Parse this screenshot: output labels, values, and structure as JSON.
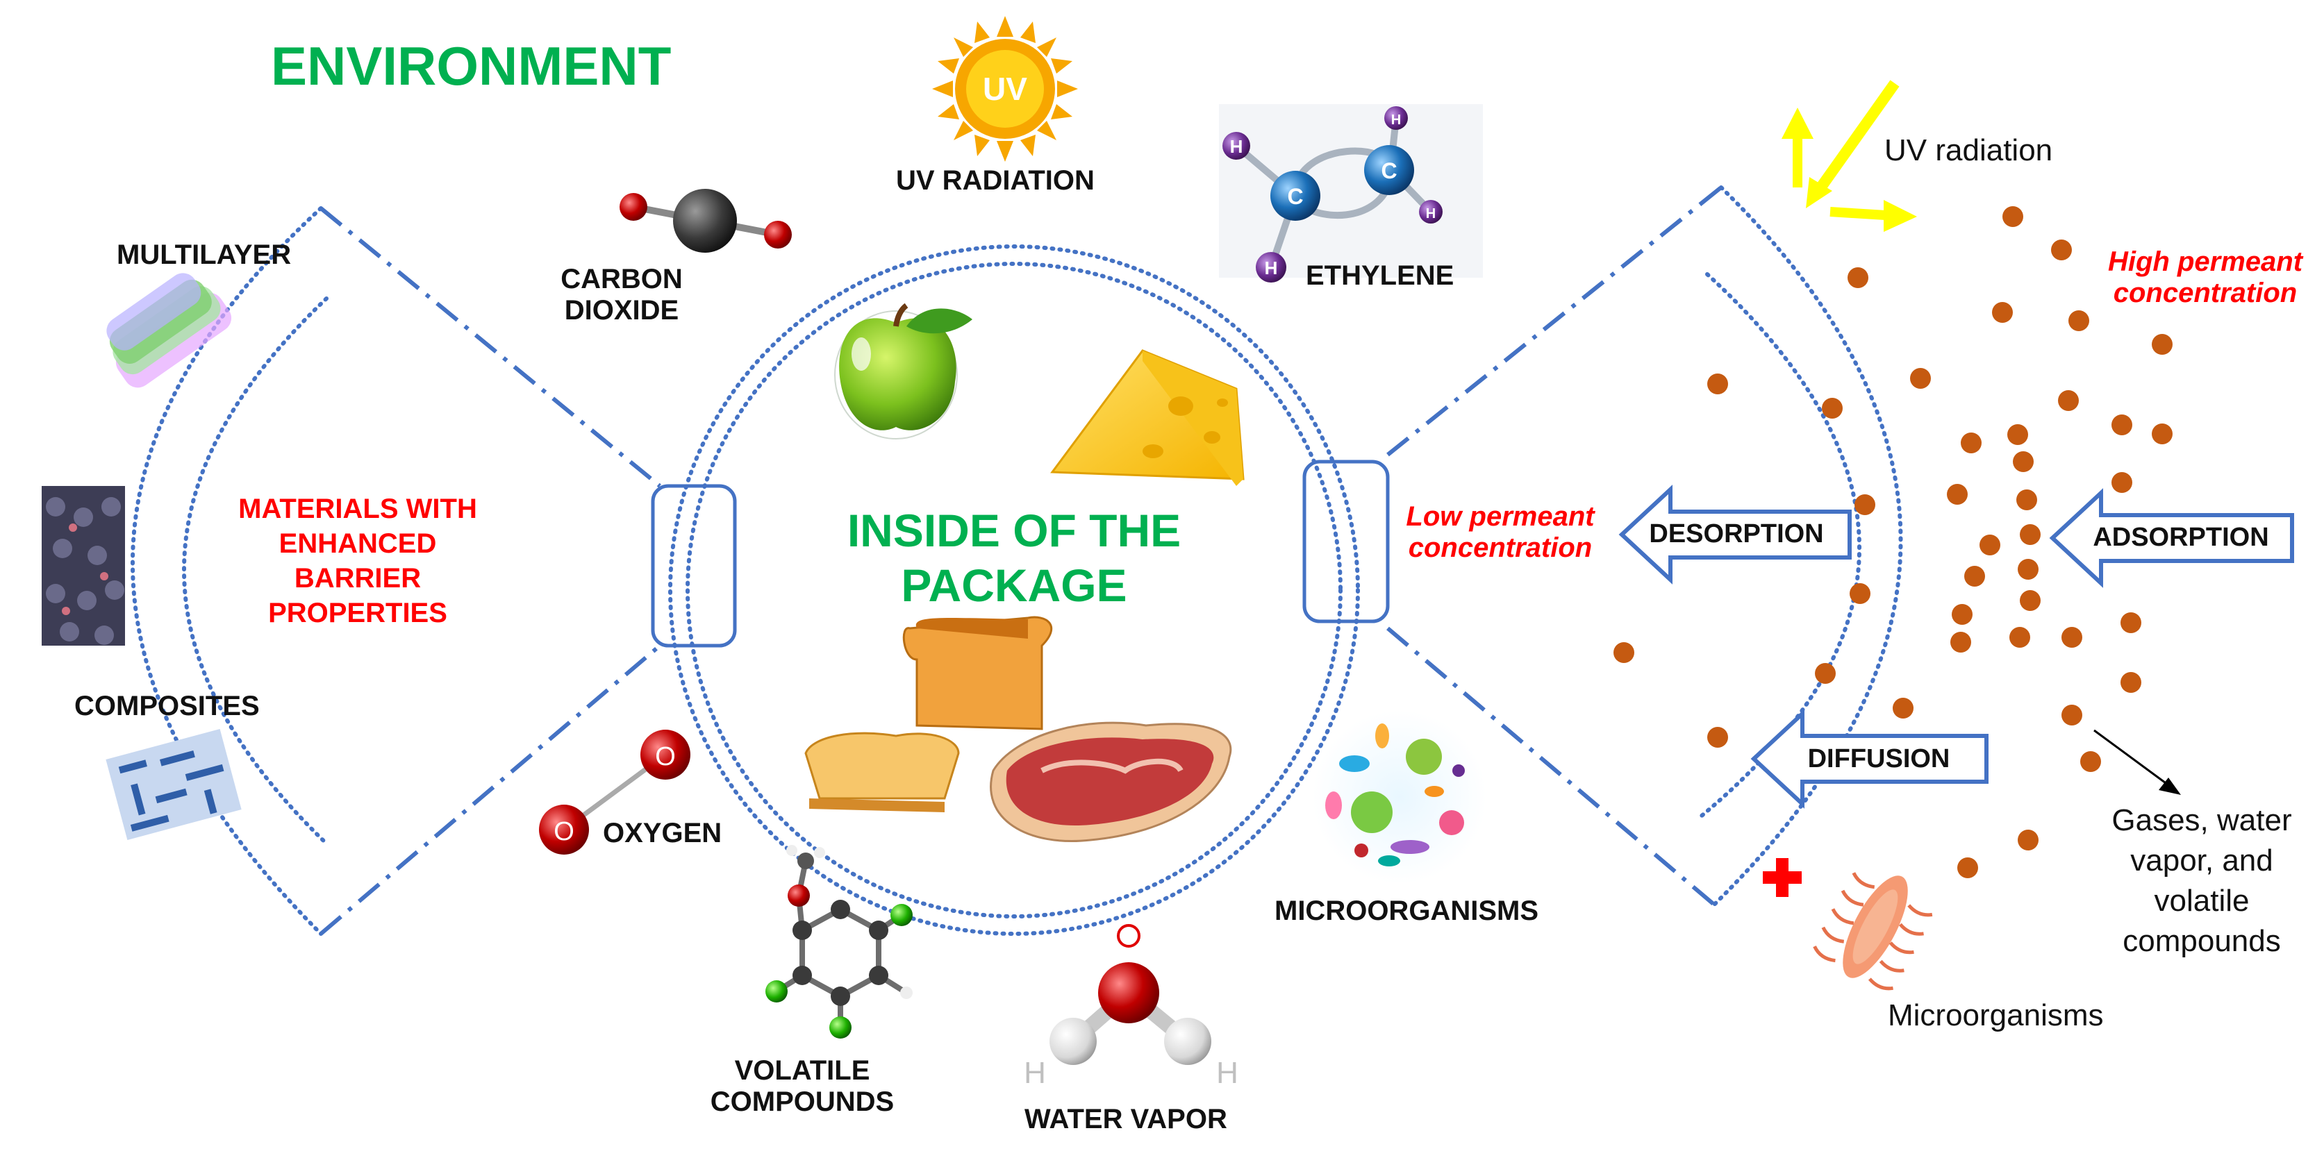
{
  "environment_title": "ENVIRONMENT",
  "package_title": {
    "line1": "INSIDE OF THE",
    "line2": "PACKAGE"
  },
  "labels": {
    "uv_radiation": "UV RADIATION",
    "uv_sun": "UV",
    "carbon_dioxide": {
      "line1": "CARBON",
      "line2": "DIOXIDE"
    },
    "ethylene": "ETHYLENE",
    "oxygen": "OXYGEN",
    "volatile_compounds": {
      "line1": "VOLATILE",
      "line2": "COMPOUNDS"
    },
    "water_vapor": "WATER VAPOR",
    "microorganisms": "MICROORGANISMS",
    "oxygen_atom": "O",
    "hydrogen_atom": "H",
    "carbon_atom": "C"
  },
  "left_panel": {
    "multilayer": "MULTILAYER",
    "composites": "COMPOSITES",
    "materials": [
      "MATERIALS WITH",
      "ENHANCED",
      "BARRIER",
      "PROPERTIES"
    ]
  },
  "right_panel": {
    "uv_radiation": "UV radiation",
    "high_permeant": [
      "High permeant",
      "concentration"
    ],
    "low_permeant": [
      "Low permeant",
      "concentration"
    ],
    "desorption": "DESORPTION",
    "adsorption": "ADSORPTION",
    "diffusion": "DIFFUSION",
    "gases": [
      "Gases, water",
      "vapor, and",
      "volatile",
      "compounds"
    ],
    "microorganisms": "Microorganisms"
  },
  "colors": {
    "green": "#00b050",
    "red": "#ff0000",
    "blue_line": "#4472c4",
    "dot": "#c55a11",
    "uv_yellow": "#ffff00"
  }
}
